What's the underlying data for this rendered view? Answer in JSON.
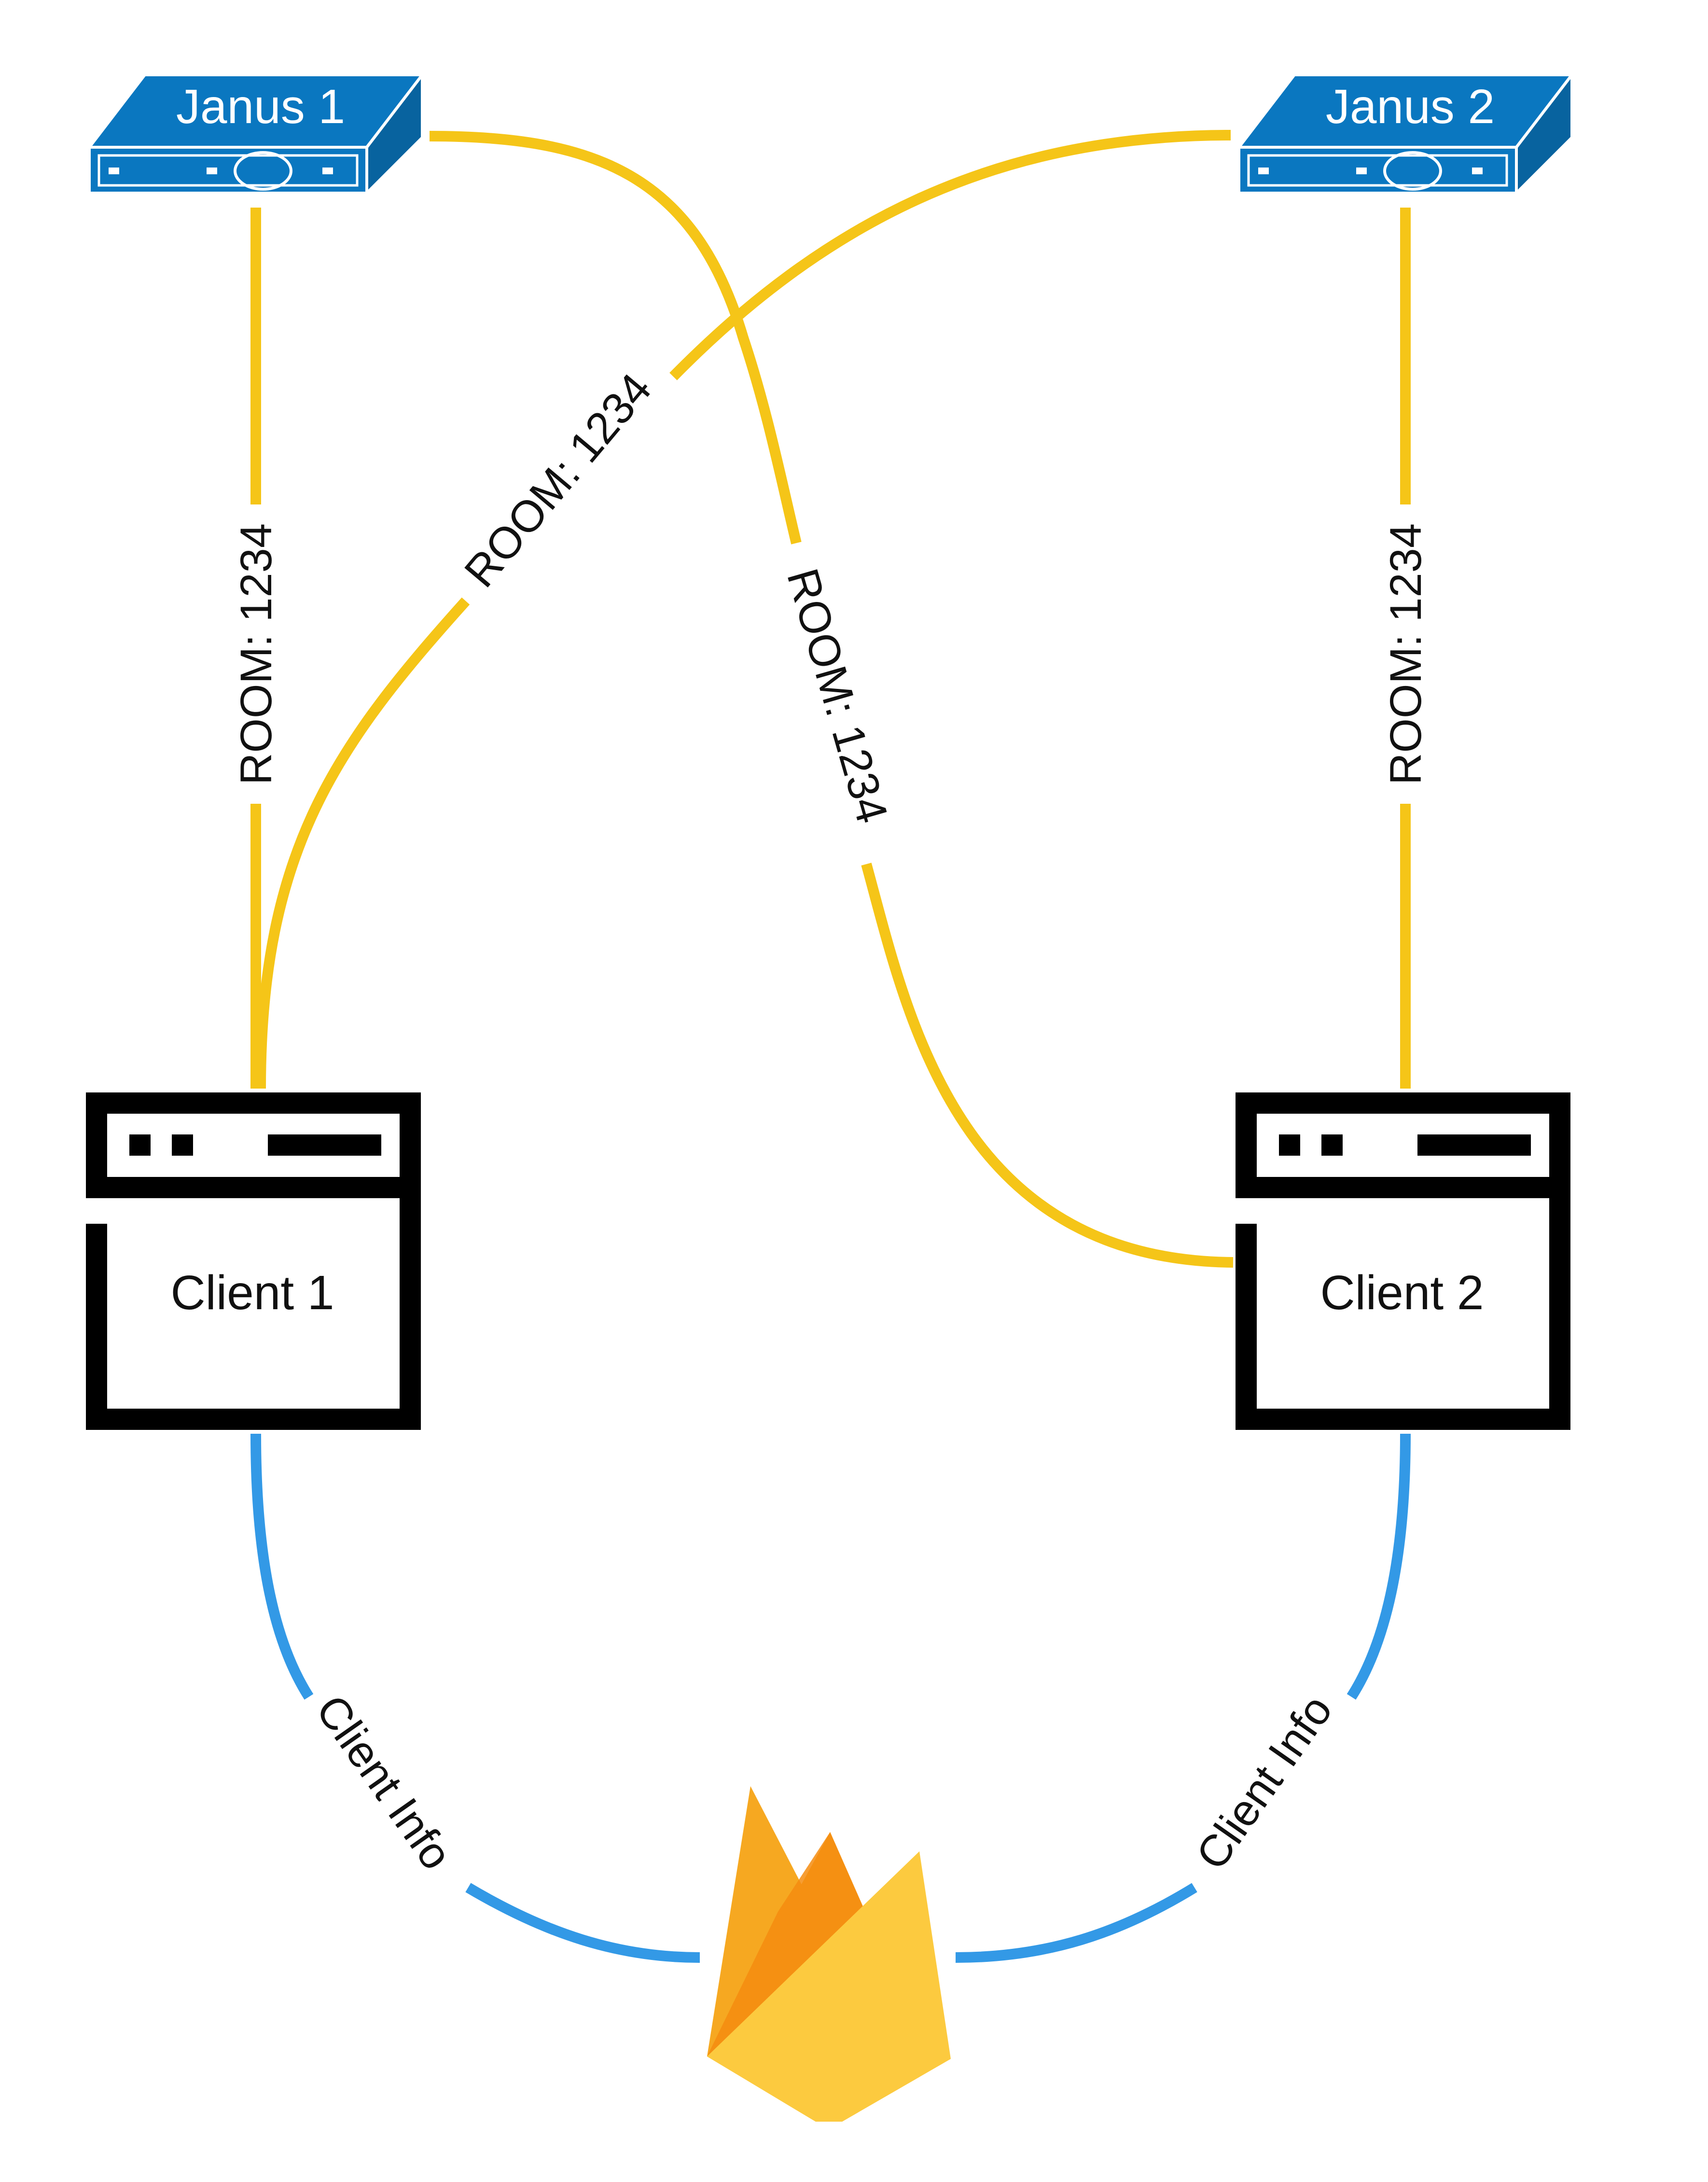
{
  "servers": [
    {
      "id": "janus-1",
      "label": "Janus 1"
    },
    {
      "id": "janus-2",
      "label": "Janus 2"
    }
  ],
  "clients": [
    {
      "id": "client-1",
      "label": "Client 1"
    },
    {
      "id": "client-2",
      "label": "Client 2"
    }
  ],
  "connections": {
    "room_label": "ROOM: 1234",
    "info_label": "Client Info"
  },
  "colors": {
    "server_fill": "#0a77c0",
    "room_line": "#f5c518",
    "info_line": "#3399e6",
    "client_stroke": "#000000"
  },
  "icons": {
    "servers": "network-appliance-icon",
    "clients": "browser-window-icon",
    "datastore": "firebase-flame-icon"
  }
}
